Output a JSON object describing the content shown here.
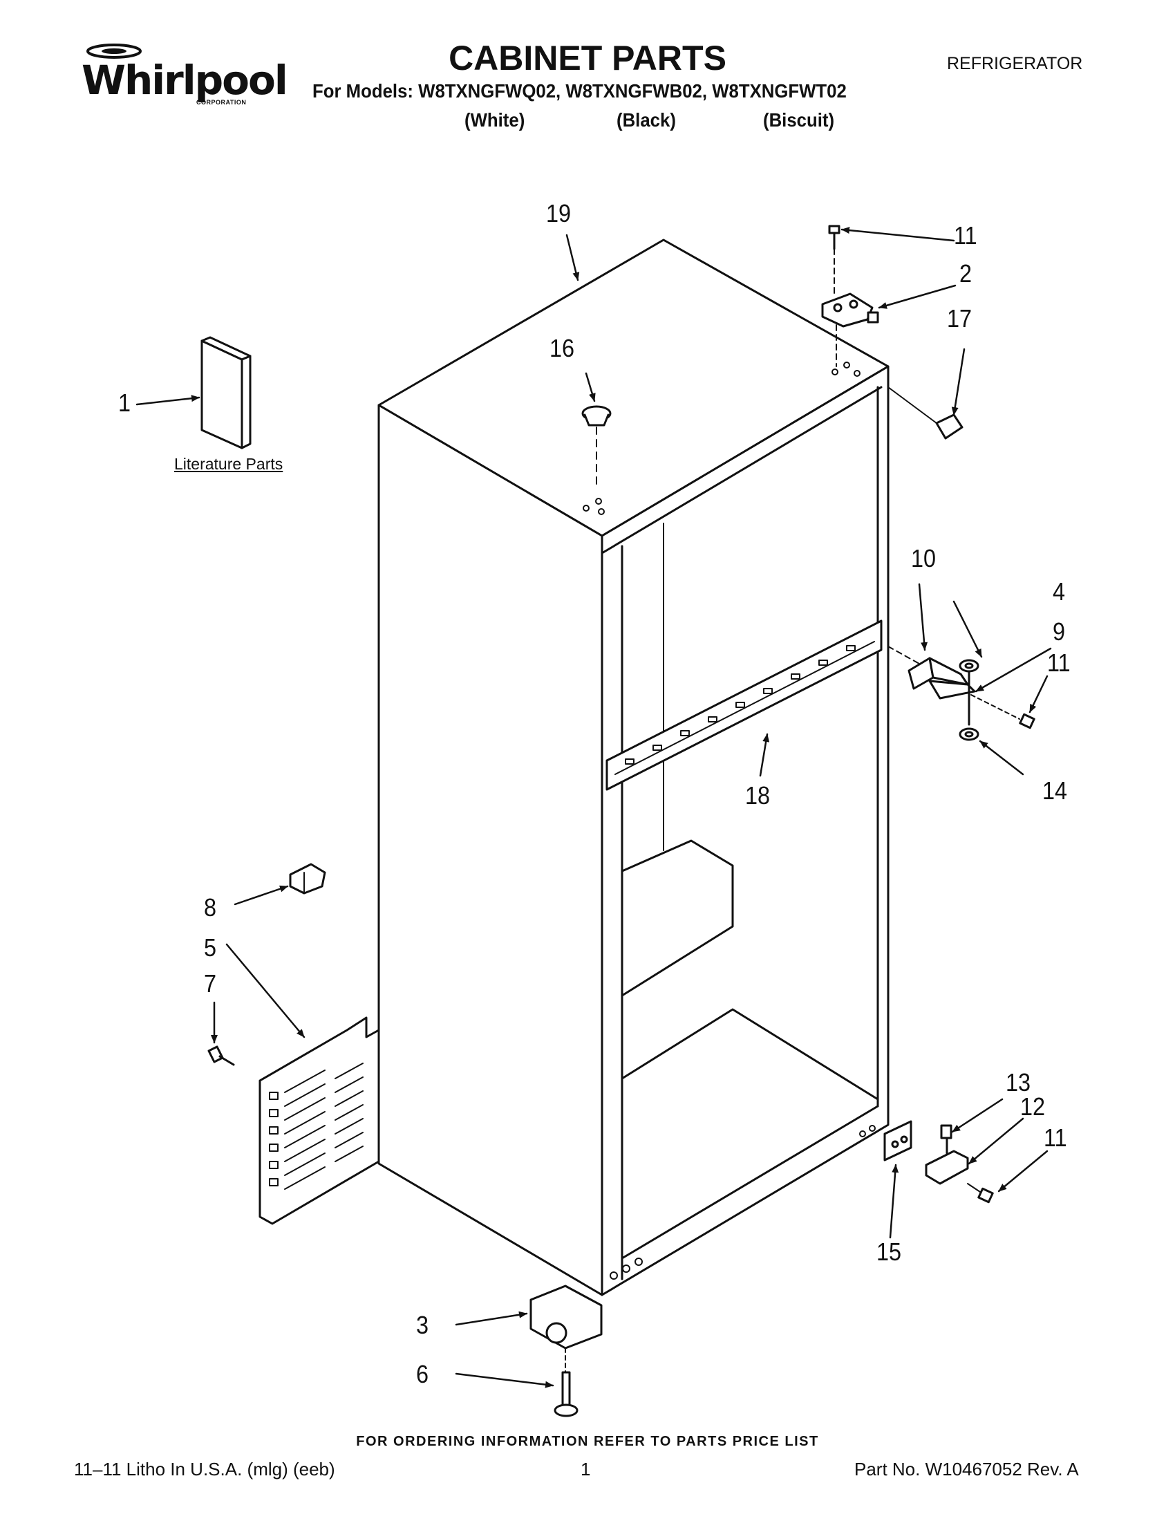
{
  "header": {
    "brand": "Whirlpool",
    "brand_sub": "CORPORATION",
    "title": "CABINET PARTS",
    "category": "REFRIGERATOR",
    "models_line": "For Models: W8TXNGFWQ02, W8TXNGFWB02, W8TXNGFWT02",
    "variants": [
      "(White)",
      "(Black)",
      "(Biscuit)"
    ]
  },
  "diagram": {
    "literature_label": "Literature Parts",
    "callouts": {
      "c1": "1",
      "c2": "2",
      "c3": "3",
      "c4": "4",
      "c5": "5",
      "c6": "6",
      "c7": "7",
      "c8": "8",
      "c9": "9",
      "c10": "10",
      "c11a": "11",
      "c11b": "11",
      "c11c": "11",
      "c12": "12",
      "c13": "13",
      "c14": "14",
      "c15": "15",
      "c16": "16",
      "c17": "17",
      "c18": "18",
      "c19": "19"
    }
  },
  "footer": {
    "order_note": "FOR ORDERING INFORMATION REFER TO PARTS PRICE LIST",
    "litho": "11–11 Litho In U.S.A. (mlg) (eeb)",
    "page": "1",
    "part_no": "Part No. W10467052 Rev. A"
  }
}
